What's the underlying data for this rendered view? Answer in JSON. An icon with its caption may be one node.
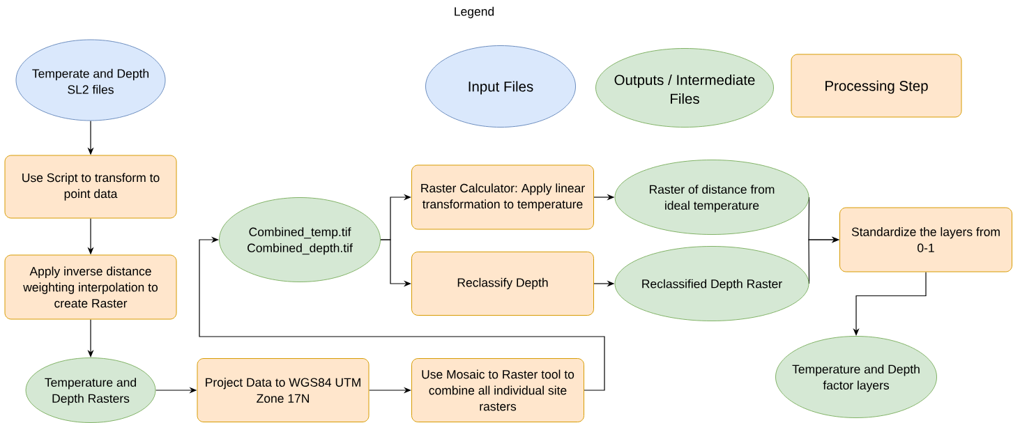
{
  "diagram": {
    "nodes": [
      {
        "text": [
          "Temperate and Depth SL2 files"
        ]
      },
      {
        "text": [
          "Use Script to transform to point data"
        ]
      },
      {
        "text": [
          "Apply inverse distance weighting interpolation to create Raster"
        ]
      },
      {
        "text": [
          "Temperature and Depth Rasters"
        ]
      },
      {
        "text": [
          "Project Data to WGS84 UTM Zone 17N"
        ]
      },
      {
        "text": [
          "Use Mosaic to Raster tool to combine all individual site rasters"
        ]
      },
      {
        "text": [
          "Combined_temp.tif Combined_depth.tif"
        ]
      },
      {
        "text": [
          "Raster Calculator: Apply linear transformation to temperature"
        ]
      },
      {
        "text": [
          "Reclassify Depth"
        ]
      },
      {
        "text": [
          "Raster of distance from ideal temperature"
        ]
      },
      {
        "text": [
          "Reclassified Depth Raster"
        ]
      },
      {
        "text": [
          "Standardize the layers from 0-1"
        ]
      },
      {
        "text": [
          "Temperature and Depth factor layers"
        ]
      }
    ],
    "edges": [
      {
        "from": 0,
        "to": 1,
        "arrow": "to"
      },
      {
        "from": 1,
        "to": 2,
        "arrow": "to"
      },
      {
        "from": 2,
        "to": 3,
        "arrow": "to"
      },
      {
        "from": 3,
        "to": 4,
        "arrow": "to"
      },
      {
        "from": 4,
        "to": 5,
        "arrow": "to"
      },
      {
        "from": 5,
        "to": 6,
        "arrow": "to"
      },
      {
        "from": 6,
        "to": 7,
        "arrow": "to"
      },
      {
        "from": 6,
        "to": 8,
        "arrow": "to"
      },
      {
        "from": 7,
        "to": 9,
        "arrow": "to"
      },
      {
        "from": 8,
        "to": 10,
        "arrow": "to"
      },
      {
        "from": 9,
        "to": 11,
        "arrow": "to"
      },
      {
        "from": 10,
        "to": 11,
        "arrow": "to"
      },
      {
        "from": 11,
        "to": 12,
        "arrow": "to"
      }
    ],
    "labels": [
      "Legend"
    ],
    "legend": [
      {
        "text": "Input Files",
        "color": "#dae8fc"
      },
      {
        "text": "Outputs / Intermediate Files",
        "color": "#d5e8d4"
      },
      {
        "text": "Processing Step",
        "color": "#ffe6cc"
      }
    ]
  }
}
